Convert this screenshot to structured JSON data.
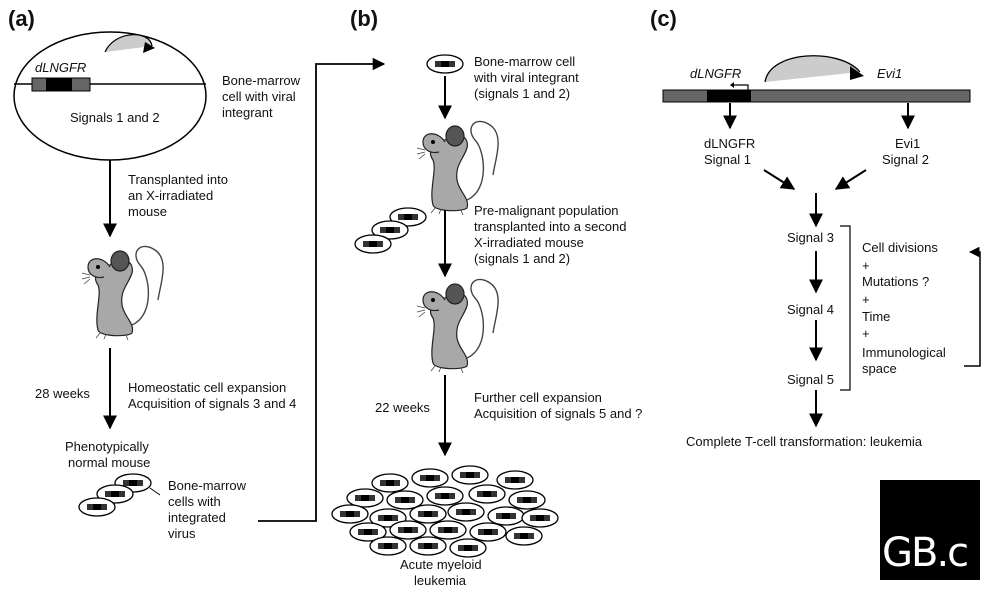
{
  "panels": {
    "a": "(a)",
    "b": "(b)",
    "c": "(c)"
  },
  "a": {
    "gene_label": "dLNGFR",
    "cell_signals": "Signals 1 and 2",
    "cell_desc_1": "Bone-marrow",
    "cell_desc_2": "cell with viral",
    "cell_desc_3": "integrant",
    "step1_1": "Transplanted into",
    "step1_2": "an X-irradiated",
    "step1_3": "mouse",
    "weeks": "28 weeks",
    "step2_1": "Homeostatic cell expansion",
    "step2_2": "Acquisition of signals 3 and 4",
    "pheno_1": "Phenotypically",
    "pheno_2": "normal mouse",
    "bm_1": "Bone-marrow",
    "bm_2": "cells with",
    "bm_3": "integrated",
    "bm_4": "virus"
  },
  "b": {
    "top_1": "Bone-marrow cell",
    "top_2": "with viral integrant",
    "top_3": "(signals 1 and 2)",
    "pre_1": "Pre-malignant population",
    "pre_2": "transplanted into a second",
    "pre_3": "X-irradiated mouse",
    "pre_4": "(signals 1 and 2)",
    "weeks": "22 weeks",
    "exp_1": "Further cell expansion",
    "exp_2": "Acquisition of signals 5 and ?",
    "aml_1": "Acute myeloid",
    "aml_2": "leukemia"
  },
  "c": {
    "gene1": "dLNGFR",
    "gene2": "Evi1",
    "sig1_1": "dLNGFR",
    "sig1_2": "Signal 1",
    "sig2_1": "Evi1",
    "sig2_2": "Signal 2",
    "signal3": "Signal 3",
    "signal4": "Signal 4",
    "signal5": "Signal 5",
    "factors": [
      "Cell divisions",
      "+",
      "Mutations ?",
      "+",
      "Time",
      "+",
      "Immunological",
      "space"
    ],
    "result": "Complete T-cell transformation: leukemia"
  },
  "logo": "GB.c",
  "colors": {
    "bar": "#666666",
    "mouse": "#a8a8a8",
    "cell_dark": "#111111"
  }
}
